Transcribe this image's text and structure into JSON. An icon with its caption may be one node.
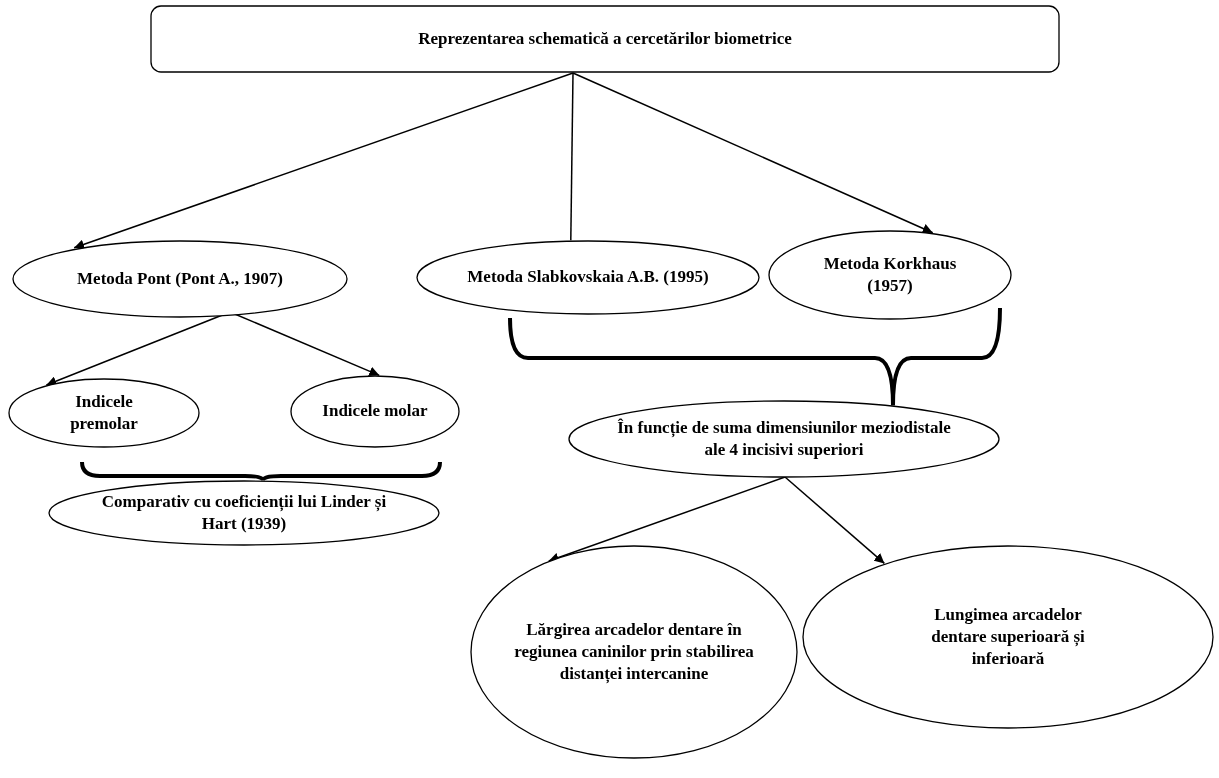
{
  "diagram": {
    "nodes": [
      {
        "text": [
          "Reprezentarea schematică a cercetărilor biometrice"
        ]
      },
      {
        "text": [
          "Metoda Pont (Pont A., 1907)"
        ]
      },
      {
        "text": [
          "Metoda Slabkovskaia A.B. (1995)"
        ]
      },
      {
        "text": [
          "Metoda Korkhaus (1957)"
        ]
      },
      {
        "text": [
          "Indicele premolar"
        ]
      },
      {
        "text": [
          "Indicele molar"
        ]
      },
      {
        "text": [
          "Comparativ cu coeficienții lui Linder și Hart (1939)"
        ]
      },
      {
        "text": [
          "În funcție de suma dimensiunilor meziodistale ale 4 incisivi superiori"
        ]
      },
      {
        "text": [
          "Lărgirea arcadelor dentare în regiunea caninilor prin stabilirea distanței intercanine"
        ]
      },
      {
        "text": [
          "Lungimea arcadelor dentare superioară și inferioară"
        ]
      }
    ],
    "edges": [
      {
        "from": 0,
        "to": 1,
        "arrow": "to"
      },
      {
        "from": 0,
        "to": 2,
        "arrow": "none"
      },
      {
        "from": 0,
        "to": 3,
        "arrow": "to"
      },
      {
        "from": 1,
        "to": 4,
        "arrow": "to"
      },
      {
        "from": 1,
        "to": 5,
        "arrow": "to"
      },
      {
        "from": 4,
        "to": 6,
        "arrow": "none",
        "style": "thick"
      },
      {
        "from": 5,
        "to": 6,
        "arrow": "none",
        "style": "thick"
      },
      {
        "from": 2,
        "to": 7,
        "arrow": "none",
        "style": "thick"
      },
      {
        "from": 3,
        "to": 7,
        "arrow": "none",
        "style": "thick"
      },
      {
        "from": 7,
        "to": 8,
        "arrow": "to"
      },
      {
        "from": 7,
        "to": 9,
        "arrow": "to"
      }
    ]
  }
}
